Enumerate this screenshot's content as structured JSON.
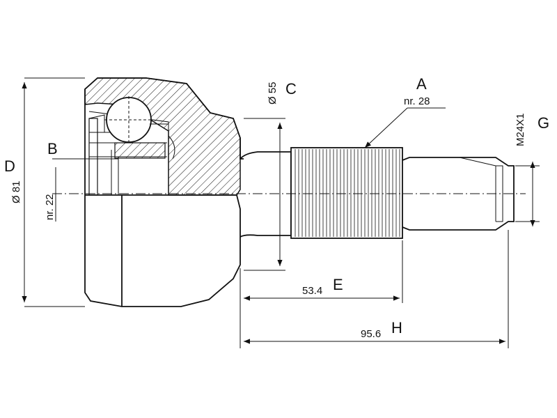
{
  "labels": {
    "A": "A",
    "A_note": "nr. 28",
    "B": "B",
    "B_note": "nr. 22",
    "C": "C",
    "C_value": "Ø 55",
    "D": "D",
    "D_value": "Ø 81",
    "E": "E",
    "E_value": "53.4",
    "G": "G",
    "G_value": "M24X1",
    "H": "H",
    "H_value": "95.6"
  },
  "colors": {
    "line": "#111111",
    "background": "#ffffff"
  }
}
